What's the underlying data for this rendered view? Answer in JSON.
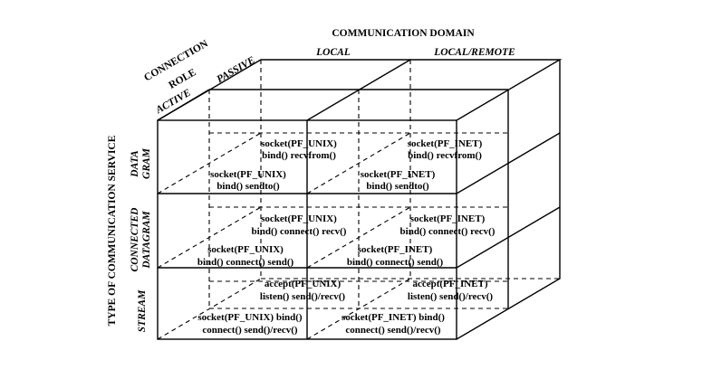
{
  "axes": {
    "domain": {
      "title": "COMMUNICATION  DOMAIN",
      "local": "LOCAL",
      "local_remote": "LOCAL/REMOTE"
    },
    "role": {
      "title_line1": "CONNECTION",
      "title_line2": "ROLE",
      "active": "ACTIVE",
      "passive": "PASSIVE"
    },
    "service": {
      "title": "TYPE  OF  COMMUNICATION  SERVICE",
      "datagram_line1": "DATA",
      "datagram_line2": "GRAM",
      "connected_line1": "CONNECTED",
      "connected_line2": "DATAGRAM",
      "stream": "STREAM"
    }
  },
  "cells": {
    "datagram": {
      "passive_local": [
        "socket(PF_UNIX)",
        "bind() recvfrom()"
      ],
      "passive_remote": [
        "socket(PF_INET)",
        "bind() recvfrom()"
      ],
      "active_local": [
        "socket(PF_UNIX)",
        "bind() sendto()"
      ],
      "active_remote": [
        "socket(PF_INET)",
        "bind() sendto()"
      ]
    },
    "connected": {
      "passive_local": [
        "socket(PF_UNIX)",
        "bind() connect() recv()"
      ],
      "passive_remote": [
        "socket(PF_INET)",
        "bind() connect() recv()"
      ],
      "active_local": [
        "socket(PF_UNIX)",
        "bind() connect() send()"
      ],
      "active_remote": [
        "socket(PF_INET)",
        "bind() connect() send()"
      ]
    },
    "stream": {
      "passive_local": [
        "accept(PF_UNIX)",
        "listen() send()/recv()"
      ],
      "passive_remote": [
        "accept(PF_INET)",
        "listen() send()/recv()"
      ],
      "active_local": [
        "socket(PF_UNIX) bind()",
        "connect() send()/recv()"
      ],
      "active_remote": [
        "socket(PF_INET) bind()",
        "connect() send()/recv()"
      ]
    }
  }
}
